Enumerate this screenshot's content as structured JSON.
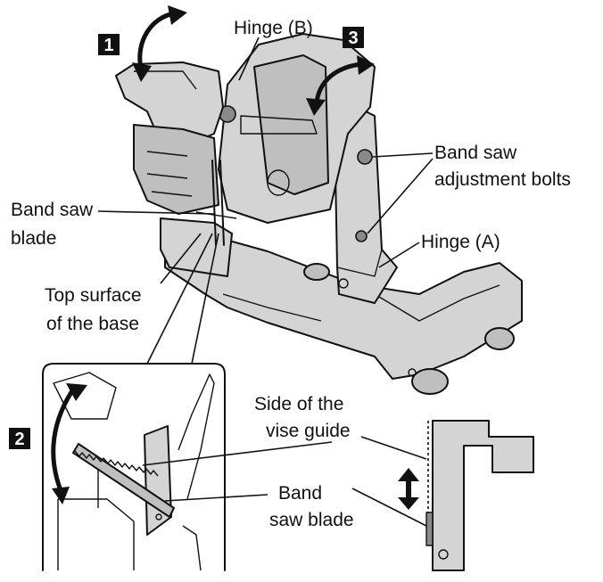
{
  "steps": {
    "step1": "1",
    "step2": "2",
    "step3": "3"
  },
  "labels": {
    "hinge_b": "Hinge (B)",
    "bolts_line1": "Band saw",
    "bolts_line2": "adjustment bolts",
    "hinge_a": "Hinge (A)",
    "blade_main_line1": "Band saw",
    "blade_main_line2": "blade",
    "top_surface_line1": "Top surface",
    "top_surface_line2": "of the base",
    "vise_side_line1": "Side of the",
    "vise_side_line2": "vise guide",
    "blade_inset_line1": "Band",
    "blade_inset_line2": "saw blade"
  },
  "colors": {
    "ink": "#111111",
    "light_fill": "#d4d4d4",
    "mid_fill": "#bfbfbf",
    "step_badge": "#111111"
  }
}
